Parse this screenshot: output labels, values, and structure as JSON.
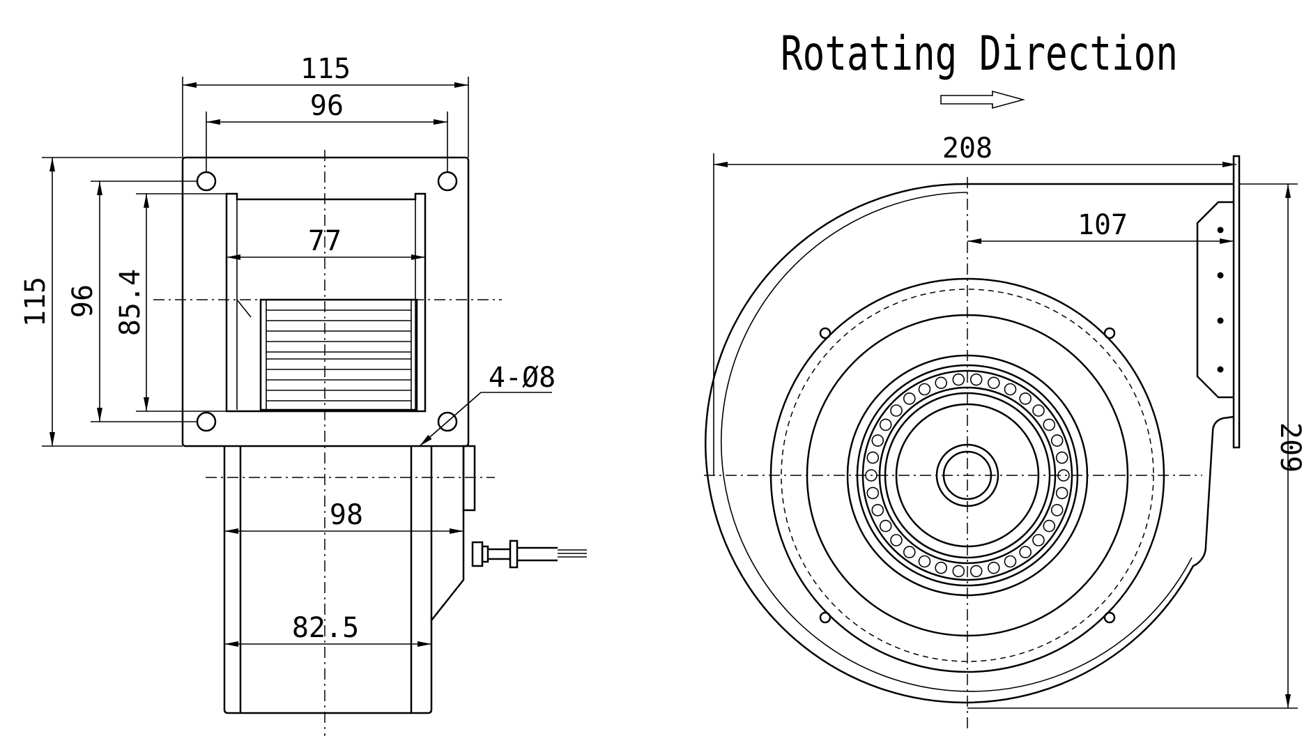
{
  "title": "Rotating Direction",
  "front_view": {
    "width_outer": "115",
    "width_holes": "96",
    "width_opening": "77",
    "height_outer": "115",
    "height_holes": "96",
    "height_opening": "85.4",
    "holes_callout": "4-Ø8",
    "motor_width": "98",
    "motor_inner_width": "82.5"
  },
  "side_view": {
    "overall_width": "208",
    "outlet_offset": "107",
    "overall_height": "209"
  },
  "icons": {
    "direction_arrow": "right-arrow-icon"
  }
}
